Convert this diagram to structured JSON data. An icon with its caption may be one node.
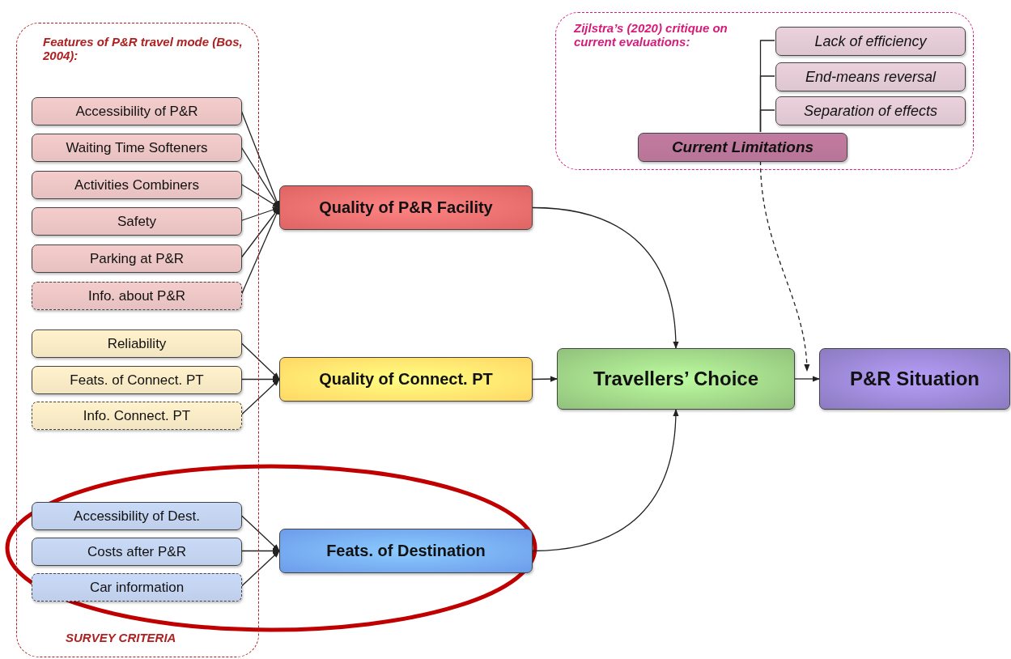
{
  "diagram": {
    "nodes": [
      {
        "text": [
          "Features of P&R travel mode (Bos, 2004):",
          "SURVEY CRITERIA"
        ]
      },
      {
        "text": [
          "Accessibility of P&R"
        ],
        "in": 0
      },
      {
        "text": [
          "Waiting Time Softeners"
        ],
        "in": 0
      },
      {
        "text": [
          "Activities Combiners"
        ],
        "in": 0
      },
      {
        "text": [
          "Safety"
        ],
        "in": 0
      },
      {
        "text": [
          "Parking at P&R"
        ],
        "in": 0
      },
      {
        "text": [
          "Info. about P&R"
        ],
        "in": 0
      },
      {
        "text": [
          "Reliability"
        ],
        "in": 0
      },
      {
        "text": [
          "Feats. of Connect. PT"
        ],
        "in": 0
      },
      {
        "text": [
          "Info. Connect. PT"
        ],
        "in": 0
      },
      {
        "text": [
          "Accessibility of Dest."
        ],
        "in": 0
      },
      {
        "text": [
          "Costs after P&R"
        ],
        "in": 0
      },
      {
        "text": [
          "Car information"
        ],
        "in": 0
      },
      {
        "text": [
          "Quality of P&R Facility"
        ]
      },
      {
        "text": [
          "Quality of Connect. PT"
        ]
      },
      {
        "text": [
          "Feats. of Destination"
        ]
      },
      {
        "text": [
          "Travellers’ Choice"
        ]
      },
      {
        "text": [
          "P&R Situation"
        ]
      },
      {
        "text": [
          "Zijlstra’s (2020) critique on current evaluations:"
        ]
      },
      {
        "text": [
          "Lack of efficiency"
        ],
        "in": 18
      },
      {
        "text": [
          "End-means reversal"
        ],
        "in": 18
      },
      {
        "text": [
          "Separation of effects"
        ],
        "in": 18
      },
      {
        "text": [
          "Current Limitations"
        ],
        "in": 18
      }
    ],
    "edges": [
      {
        "from": 1,
        "to": 13,
        "arrow": "to"
      },
      {
        "from": 2,
        "to": 13,
        "arrow": "to"
      },
      {
        "from": 3,
        "to": 13,
        "arrow": "to"
      },
      {
        "from": 4,
        "to": 13,
        "arrow": "to"
      },
      {
        "from": 5,
        "to": 13,
        "arrow": "to"
      },
      {
        "from": 6,
        "to": 13,
        "arrow": "to"
      },
      {
        "from": 7,
        "to": 14,
        "arrow": "to"
      },
      {
        "from": 8,
        "to": 14,
        "arrow": "to"
      },
      {
        "from": 9,
        "to": 14,
        "arrow": "to"
      },
      {
        "from": 10,
        "to": 15,
        "arrow": "to"
      },
      {
        "from": 11,
        "to": 15,
        "arrow": "to"
      },
      {
        "from": 12,
        "to": 15,
        "arrow": "to"
      },
      {
        "from": 13,
        "to": 16,
        "arrow": "to"
      },
      {
        "from": 14,
        "to": 16,
        "arrow": "to"
      },
      {
        "from": 15,
        "to": 16,
        "arrow": "to"
      },
      {
        "from": 16,
        "to": 17,
        "arrow": "to"
      },
      {
        "from": 22,
        "to": 17,
        "arrow": "to",
        "style": "dashed"
      },
      {
        "from": 22,
        "to": 19,
        "arrow": "none"
      },
      {
        "from": 22,
        "to": 20,
        "arrow": "none"
      },
      {
        "from": 22,
        "to": 21,
        "arrow": "none"
      }
    ]
  }
}
